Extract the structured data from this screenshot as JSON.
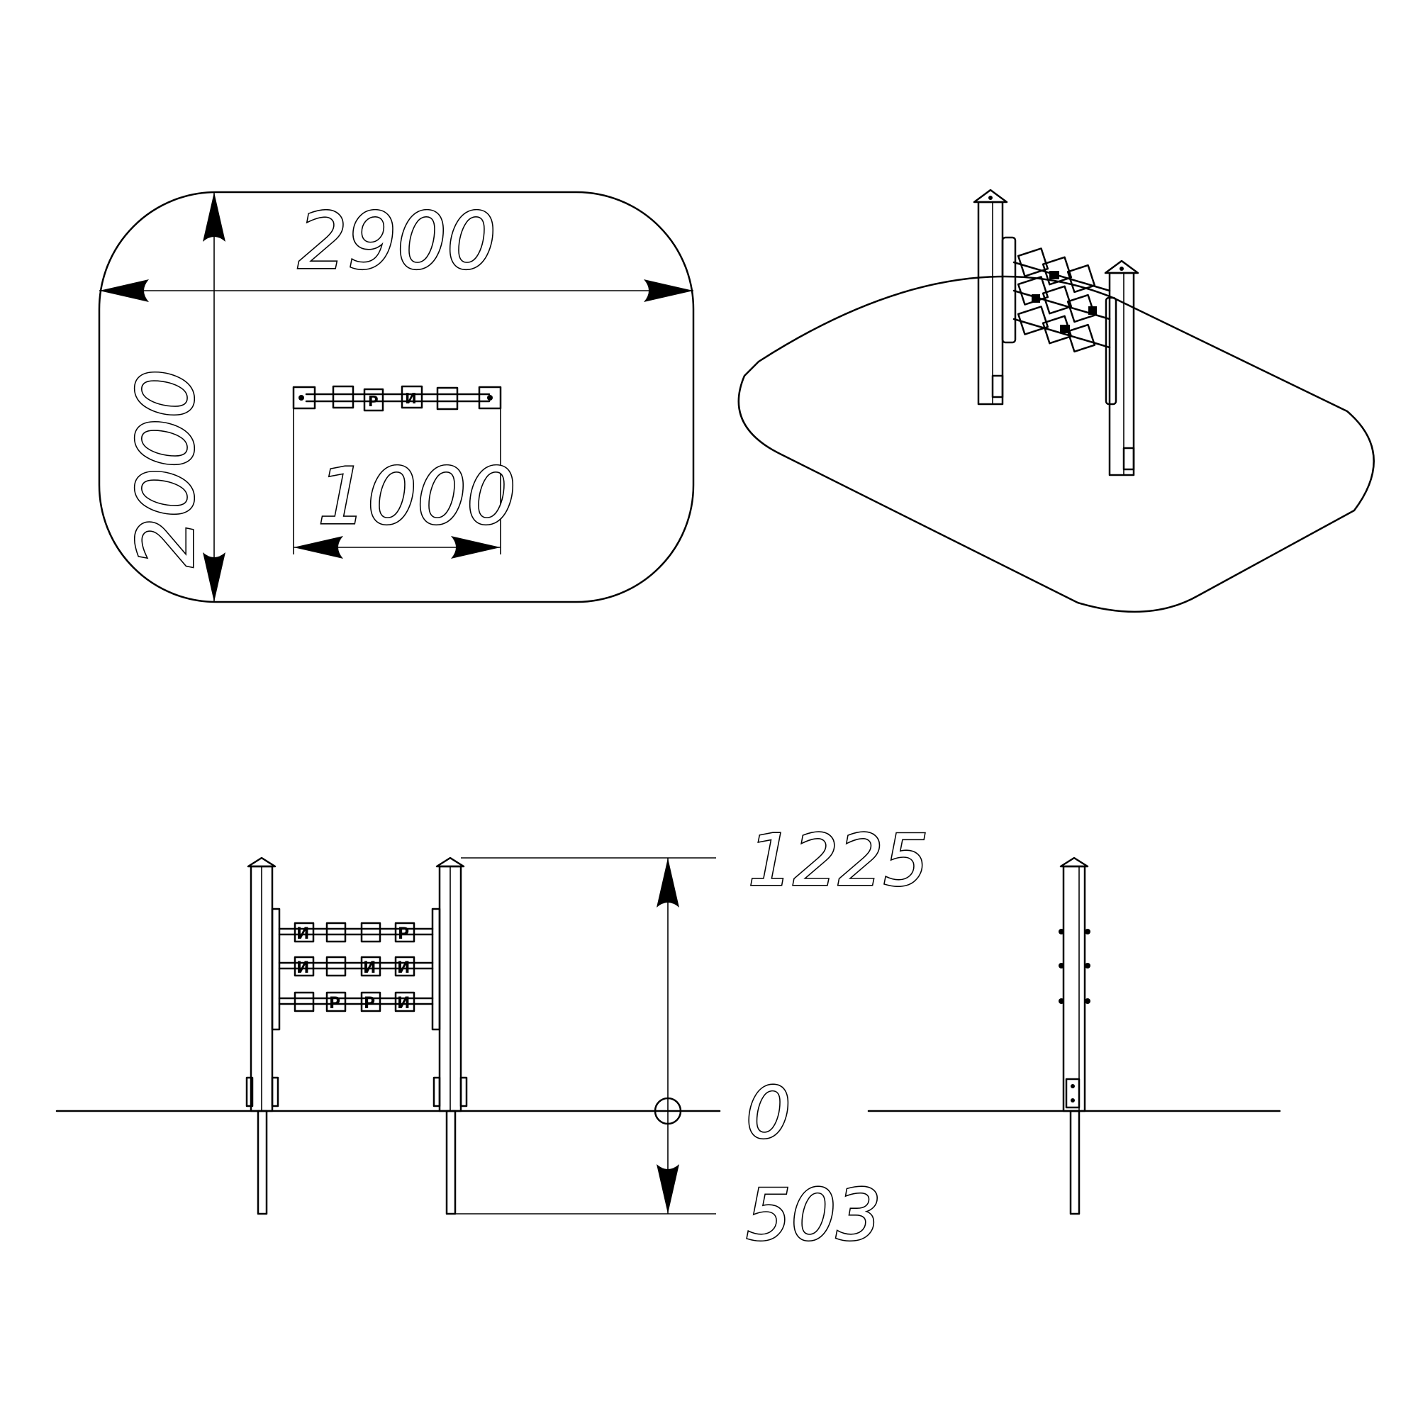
{
  "plan_view": {
    "width_label": "2900",
    "depth_label": "2000",
    "span_label": "1000"
  },
  "front_view": {
    "height_label": "1225",
    "ground_label": "0",
    "depth_label": "503"
  },
  "cube_glyphs": {
    "plan": [
      "",
      "Р",
      "И",
      ""
    ],
    "front_row_1": [
      "И",
      "",
      "",
      "Р"
    ],
    "front_row_2": [
      "И",
      "",
      "И",
      "И"
    ],
    "front_row_3": [
      "",
      "Р",
      "Р",
      "И"
    ]
  }
}
